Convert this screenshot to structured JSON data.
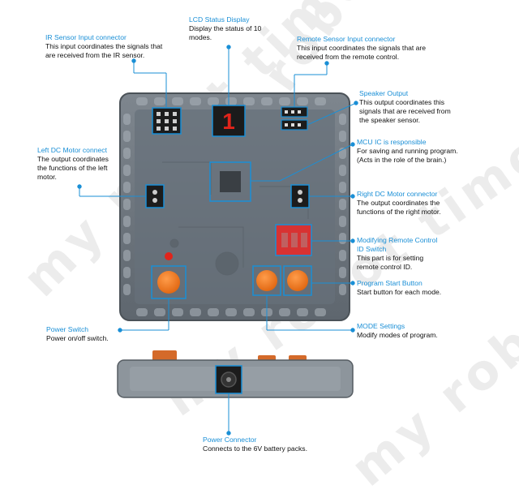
{
  "annotations": {
    "ir_sensor": {
      "title": "IR Sensor Input connector",
      "desc": "This input coordinates the signals that are received from the IR sensor."
    },
    "lcd": {
      "title": "LCD Status Display",
      "desc": "Display the status of 10 modes."
    },
    "remote_sensor": {
      "title": "Remote Sensor Input connector",
      "desc": "This input coordinates the signals that are received from the remote control."
    },
    "speaker": {
      "title": "Speaker Output",
      "desc": "This output coordinates this signals that are received from the speaker sensor."
    },
    "left_motor": {
      "title": "Left DC Motor connect",
      "desc": "The output coordinates the functions of the left motor."
    },
    "mcu": {
      "title": "MCU  IC is responsible",
      "desc": "For saving and running program. (Acts in the role of the brain.)"
    },
    "right_motor": {
      "title": "Right DC Motor connector",
      "desc": "The output coordinates the functions of the right motor."
    },
    "remote_id": {
      "title": "Modifying Remote Control ID Switch",
      "desc": "This part is for setting remote control ID."
    },
    "start_button": {
      "title": "Program Start Button",
      "desc": "Start button for each mode."
    },
    "power_switch": {
      "title": "Power Switch",
      "desc": "Power on/off switch."
    },
    "mode": {
      "title": "MODE Settings",
      "desc": "Modify modes of program."
    },
    "power_connector": {
      "title": "Power Connector",
      "desc": "Connects to the 6V battery packs."
    }
  },
  "lcd_digit": "1",
  "watermark": "my robot time",
  "colors": {
    "accent": "#1a8fd6",
    "board": "#6d757d",
    "button": "#f07a1e",
    "led": "#e0241b"
  }
}
